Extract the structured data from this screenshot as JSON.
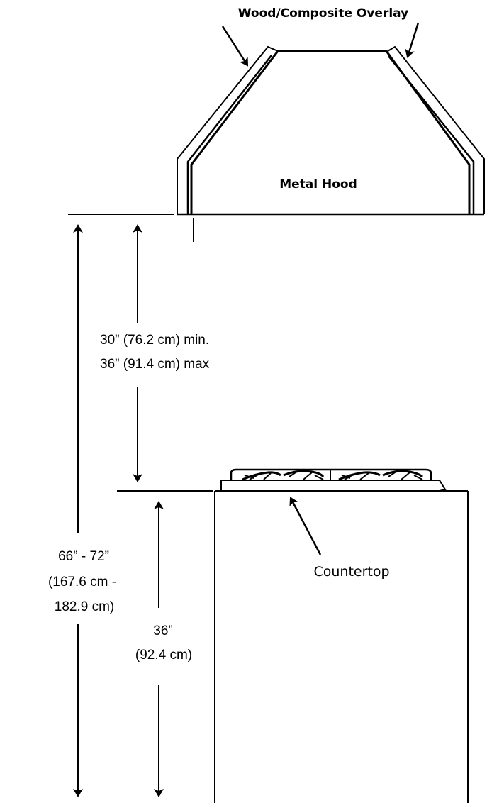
{
  "labels": {
    "overlay": "Wood/Composite Overlay",
    "hood": "Metal Hood",
    "clearance_min": "30” (76.2 cm) min.",
    "clearance_max": "36” (91.4 cm) max",
    "total_line1": "66” - 72”",
    "total_line2": "(167.6 cm -",
    "total_line3": "182.9 cm)",
    "counter_line1": "36”",
    "counter_line2": "(92.4 cm)",
    "countertop": "Countertop"
  }
}
